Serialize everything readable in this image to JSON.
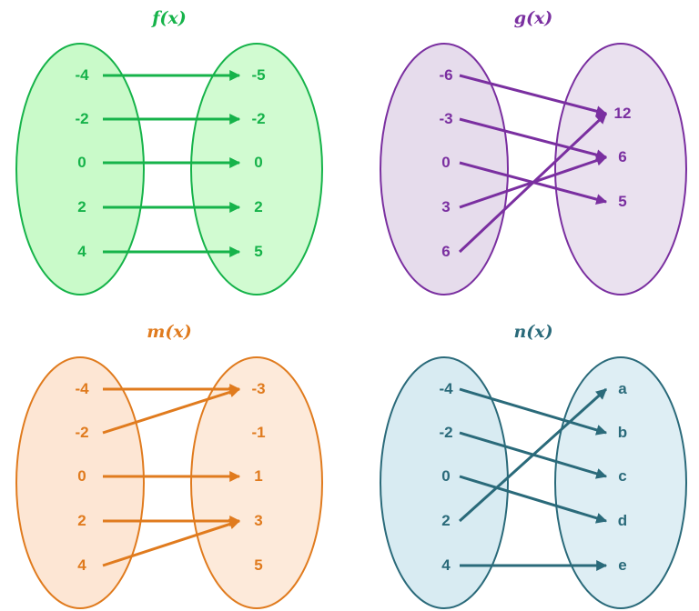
{
  "diagrams": [
    {
      "id": "f",
      "title": "f(x)",
      "color": "#16b34a",
      "fill": "#c9fac9",
      "domain": [
        "-4",
        "-2",
        "0",
        "2",
        "4"
      ],
      "range": [
        "-5",
        "-2",
        "0",
        "2",
        "5"
      ],
      "mapping": [
        [
          0,
          0
        ],
        [
          1,
          1
        ],
        [
          2,
          2
        ],
        [
          3,
          3
        ],
        [
          4,
          4
        ]
      ]
    },
    {
      "id": "g",
      "title": "g(x)",
      "color": "#7a2fa0",
      "fill": "#e6dcec",
      "domain": [
        "-6",
        "-3",
        "0",
        "3",
        "6"
      ],
      "range": [
        "12",
        "6",
        "5"
      ],
      "mapping": [
        [
          0,
          0
        ],
        [
          1,
          1
        ],
        [
          2,
          2
        ],
        [
          3,
          1
        ],
        [
          4,
          0
        ]
      ]
    },
    {
      "id": "m",
      "title": "m(x)",
      "color": "#e07b1e",
      "fill": "#fde6d4",
      "domain": [
        "-4",
        "-2",
        "0",
        "2",
        "4"
      ],
      "range": [
        "-3",
        "-1",
        "1",
        "3",
        "5"
      ],
      "mapping": [
        [
          0,
          0
        ],
        [
          1,
          0
        ],
        [
          2,
          2
        ],
        [
          3,
          3
        ],
        [
          4,
          3
        ]
      ]
    },
    {
      "id": "n",
      "title": "n(x)",
      "color": "#2a6a7a",
      "fill": "#d8ebf2",
      "domain": [
        "-4",
        "-2",
        "0",
        "2",
        "4"
      ],
      "range": [
        "a",
        "b",
        "c",
        "d",
        "e"
      ],
      "mapping": [
        [
          0,
          1
        ],
        [
          1,
          2
        ],
        [
          2,
          3
        ],
        [
          3,
          0
        ],
        [
          4,
          4
        ]
      ]
    }
  ]
}
